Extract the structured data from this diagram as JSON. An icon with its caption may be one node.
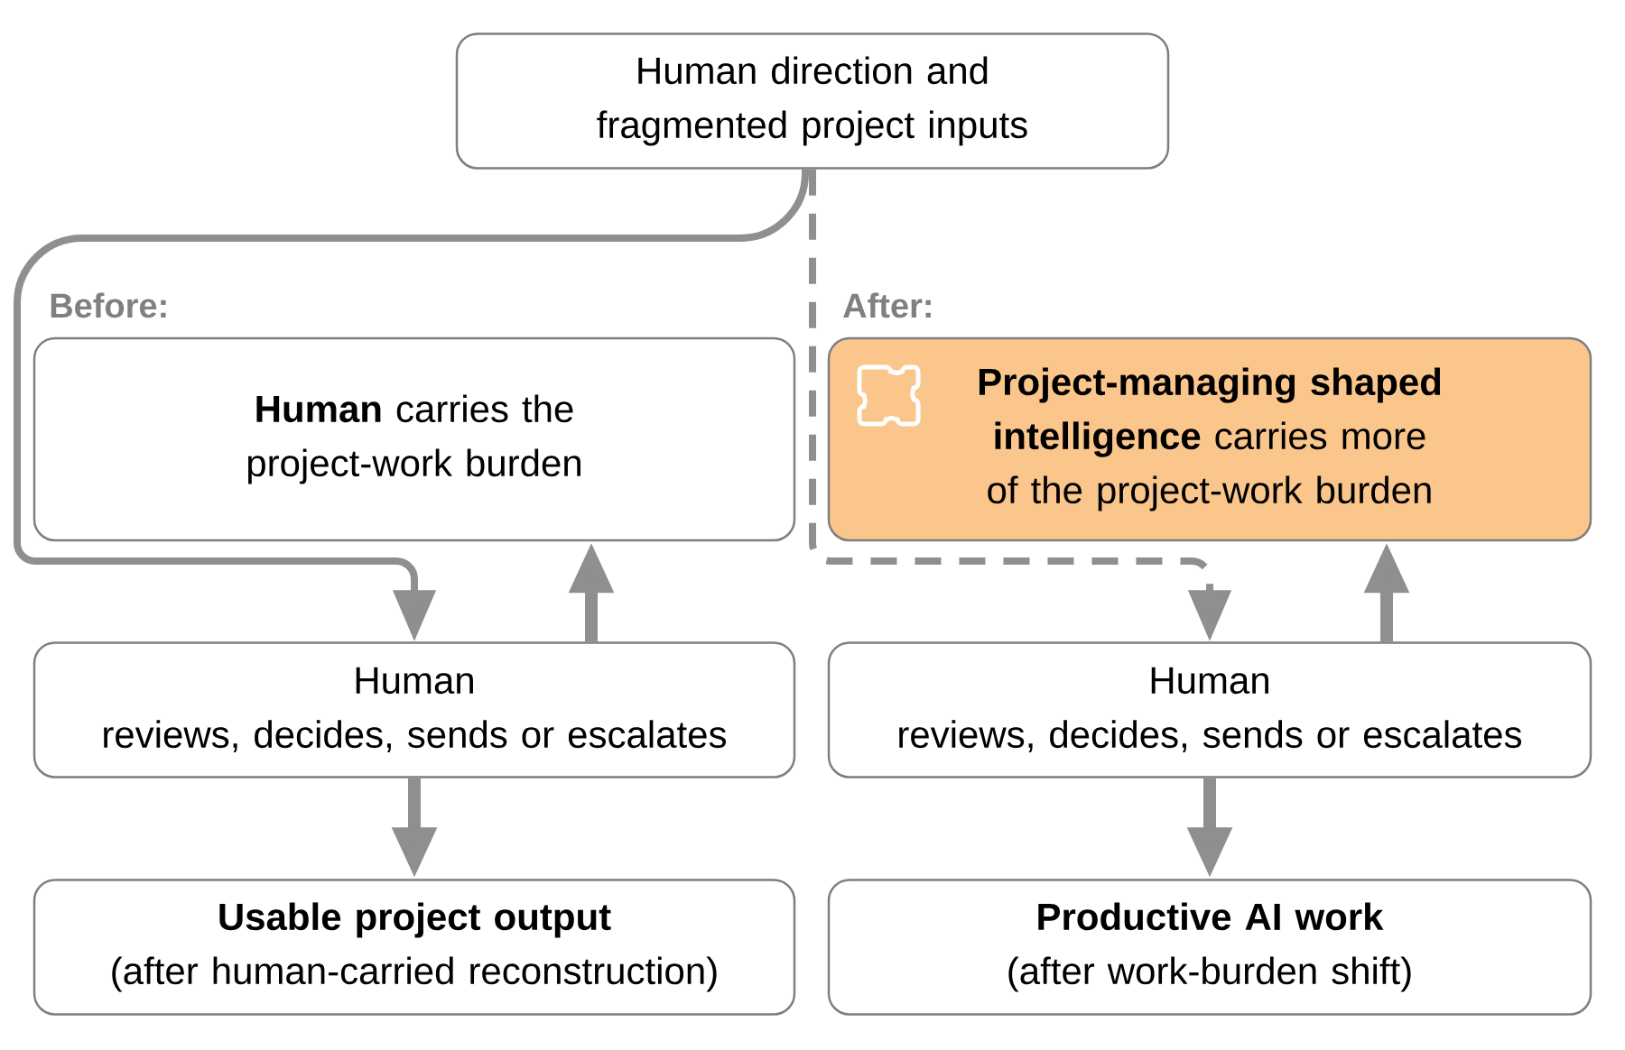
{
  "diagram": {
    "nodes": [
      {
        "text": [
          "Human direction and fragmented project inputs"
        ]
      },
      {
        "text": [
          "**Human** carries the project-work burden"
        ],
        "beside": [
          "Before:"
        ]
      },
      {
        "text": [
          "**Project-managing shaped intelligence** carries more of the project-work burden"
        ],
        "beside": [
          "After:"
        ]
      },
      {
        "text": [
          "Human",
          "reviews, decides, sends or escalates"
        ]
      },
      {
        "text": [
          "Human",
          "reviews, decides, sends or escalates"
        ]
      },
      {
        "text": [
          "Usable project output",
          "(after human-carried reconstruction)"
        ]
      },
      {
        "text": [
          "Productive AI work",
          "(after work-burden shift)"
        ]
      }
    ],
    "edges": [
      {
        "from": 0,
        "to": 3,
        "arrow": "to"
      },
      {
        "from": 0,
        "to": 4,
        "arrow": "to",
        "style": "dashed"
      },
      {
        "from": 3,
        "to": 1,
        "arrow": "to"
      },
      {
        "from": 4,
        "to": 2,
        "arrow": "to"
      },
      {
        "from": 3,
        "to": 5,
        "arrow": "to"
      },
      {
        "from": 4,
        "to": 6,
        "arrow": "to"
      }
    ]
  }
}
